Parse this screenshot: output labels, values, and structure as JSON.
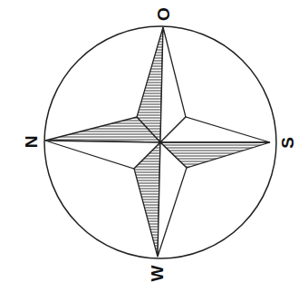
{
  "diagram": {
    "labels": [
      "O",
      "N",
      "S",
      "W"
    ]
  }
}
